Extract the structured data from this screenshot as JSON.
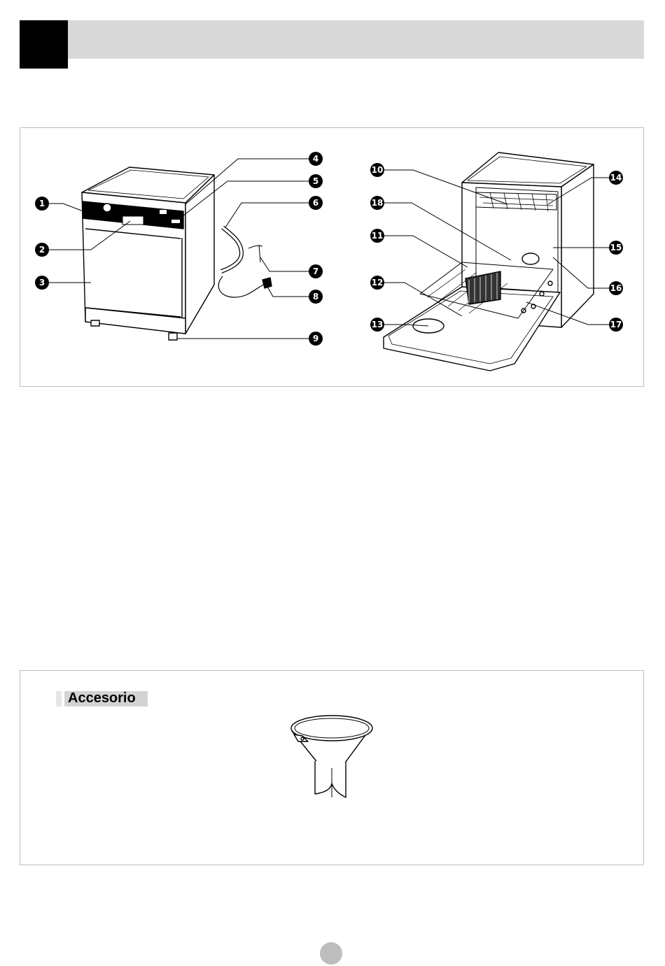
{
  "header": {
    "title": ""
  },
  "diagram": {
    "callouts": [
      "1",
      "2",
      "3",
      "4",
      "5",
      "6",
      "7",
      "8",
      "9",
      "10",
      "11",
      "12",
      "13",
      "14",
      "15",
      "16",
      "17",
      "18"
    ]
  },
  "accessory": {
    "label": "Accesorio"
  },
  "footer": {
    "page_number": ""
  }
}
